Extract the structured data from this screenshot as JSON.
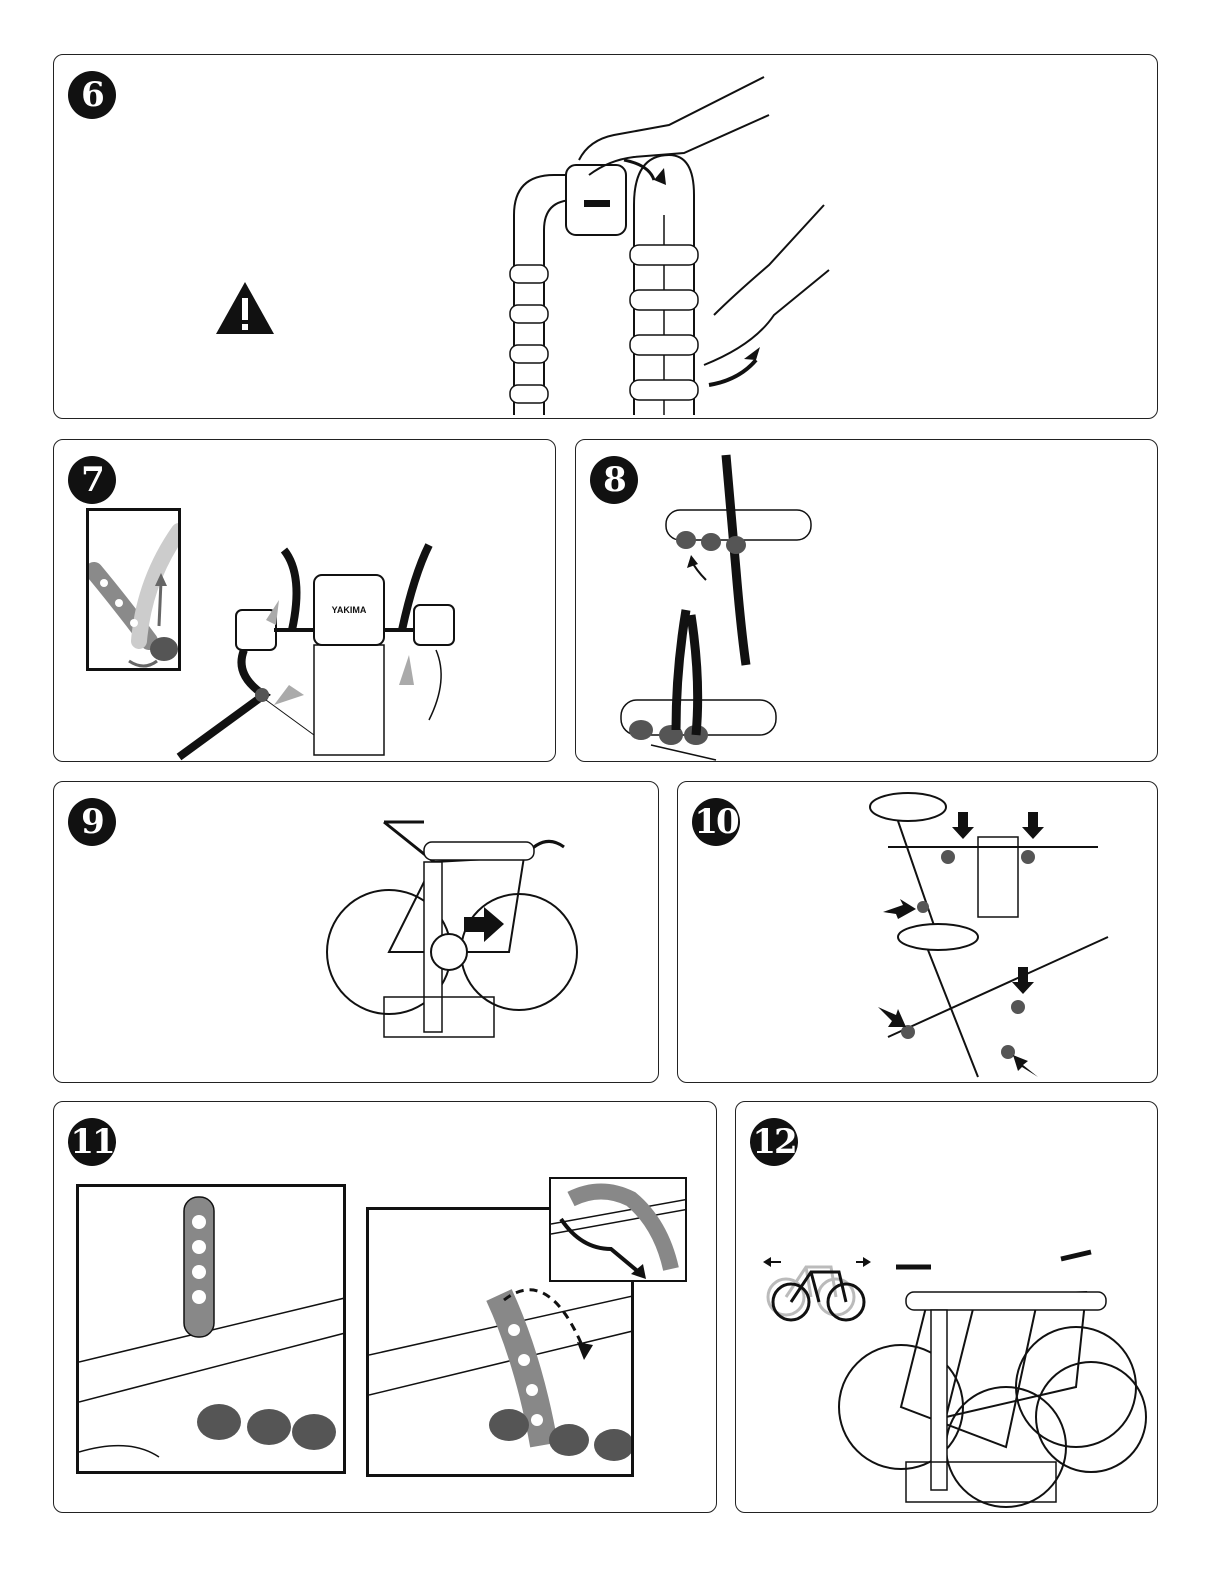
{
  "steps": [
    {
      "number": "6"
    },
    {
      "number": "7"
    },
    {
      "number": "8"
    },
    {
      "number": "9"
    },
    {
      "number": "10"
    },
    {
      "number": "11"
    },
    {
      "number": "12"
    }
  ],
  "brand_mark": "YAKIMA",
  "icons": [
    "warning-triangle-icon",
    "bike-direction-icon"
  ],
  "colors": {
    "ink": "#111111",
    "strap_gray": "#8a8a8a",
    "cradle_dark": "#555555"
  }
}
